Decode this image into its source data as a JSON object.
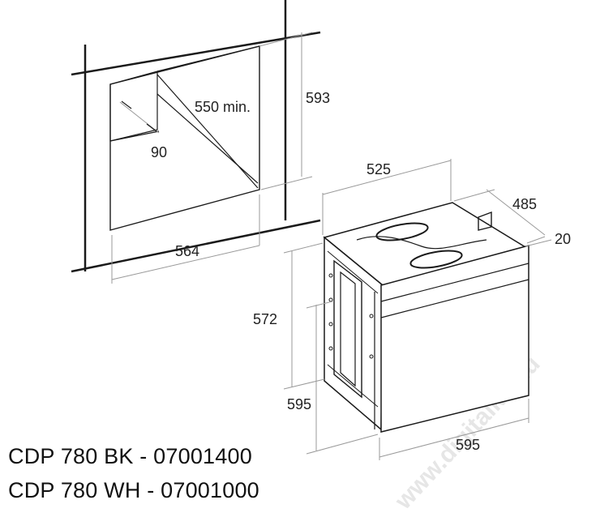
{
  "dimensions": {
    "niche_height": "593",
    "niche_depth_min": "550 min.",
    "niche_rear_gap": "90",
    "niche_width": "564",
    "oven_width": "525",
    "oven_depth": "485",
    "front_panel_thickness": "20",
    "oven_body_height": "572",
    "oven_front_height": "595",
    "oven_front_width": "595"
  },
  "models": [
    {
      "label": "CDP 780 BK - 07001400"
    },
    {
      "label": "CDP 780 WH - 07001000"
    }
  ],
  "watermark": "www.digitalko.hu",
  "colors": {
    "line": "#1a1a1a",
    "dim_line": "#9a9a9a",
    "text": "#222222"
  }
}
